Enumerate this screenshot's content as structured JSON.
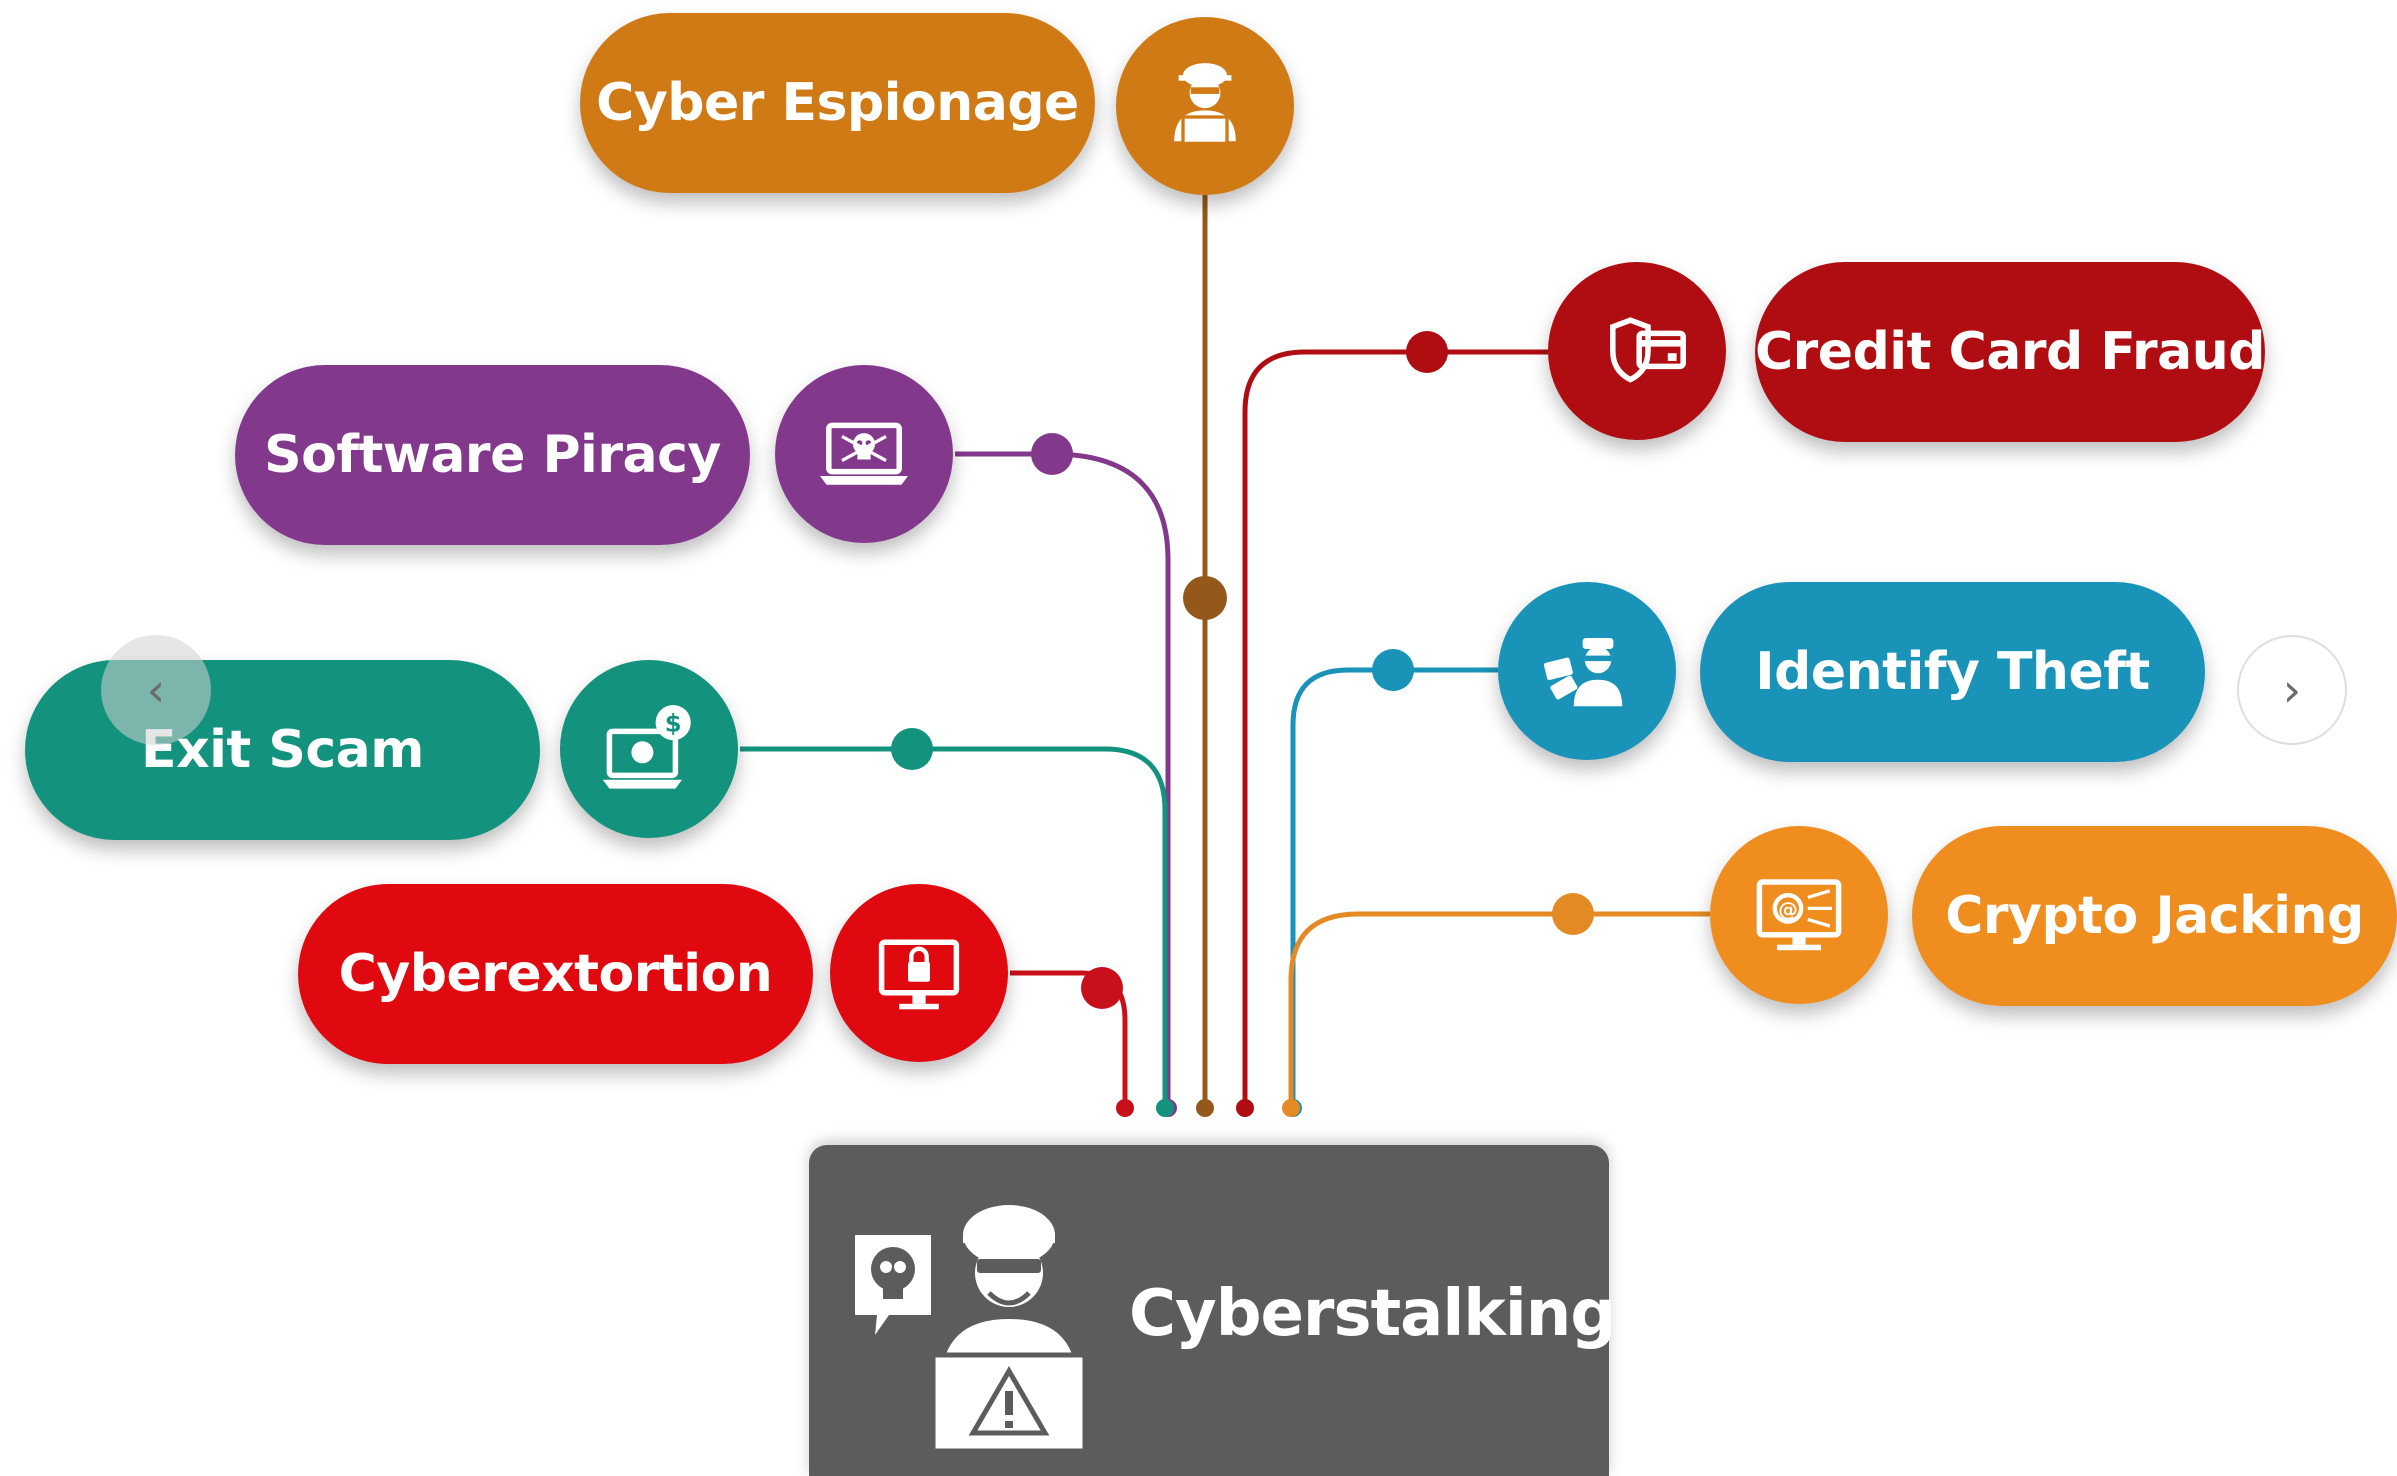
{
  "nodes": {
    "cyber_espionage": {
      "label": "Cyber Espionage",
      "color": "#cf7a14",
      "icon": "hacker-laptop-icon"
    },
    "software_piracy": {
      "label": "Software Piracy",
      "color": "#82398c",
      "icon": "skull-laptop-icon"
    },
    "exit_scam": {
      "label": "Exit Scam",
      "color": "#13937d",
      "icon": "money-laptop-icon"
    },
    "cyberextortion": {
      "label": "Cyberextortion",
      "color": "#e0090f",
      "icon": "locked-monitor-icon"
    },
    "credit_card_fraud": {
      "label": "Credit Card Fraud",
      "color": "#b00d12",
      "icon": "shield-card-icon"
    },
    "identify_theft": {
      "label": "Identify Theft",
      "color": "#1a93b8",
      "icon": "thief-id-icon"
    },
    "crypto_jacking": {
      "label": "Crypto Jacking",
      "color": "#ef8d1f",
      "icon": "at-sign-monitor-icon"
    }
  },
  "center": {
    "label": "Cyberstalking",
    "color": "#5c5c5e",
    "icon": "hacker-skull-warning-icon"
  },
  "nav": {
    "prev": "‹",
    "next": "›"
  }
}
